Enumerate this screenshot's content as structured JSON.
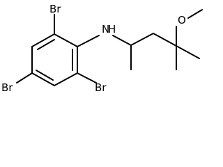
{
  "structure": {
    "atom_labels": {
      "br_top": "Br",
      "br_left": "Br",
      "br_right": "Br",
      "nh": "N",
      "nh_h": "H",
      "o": "O"
    }
  }
}
